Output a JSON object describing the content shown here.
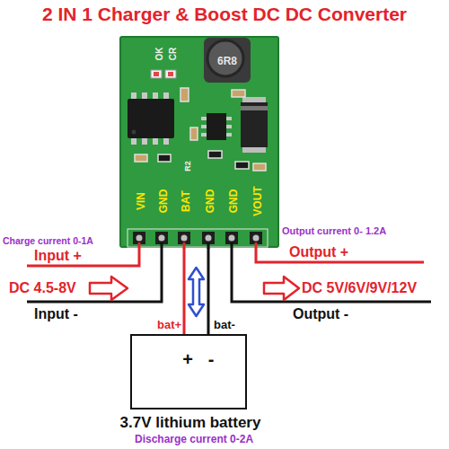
{
  "diagram": {
    "title": "2 IN 1 Charger & Boost DC DC Converter",
    "nodes": [
      {
        "text": [
          "OK",
          "CR",
          "R2",
          "VIN",
          "GND",
          "BAT",
          "GND",
          "GND",
          "VOUT"
        ]
      },
      {
        "text": [
          "6R8"
        ],
        "in": 0
      },
      {
        "text": [
          "+",
          "-",
          "3.7V lithium battery"
        ]
      }
    ],
    "edges": [
      {
        "from": 0,
        "to": 2,
        "label": "bat+",
        "arrow": "none"
      },
      {
        "from": 0,
        "to": 2,
        "label": "bat-",
        "arrow": "none"
      }
    ],
    "labels": [
      "Charge current 0-1A",
      "Input +",
      "DC 4.5-8V",
      "Input -",
      "Output current 0- 1.2A",
      "Output +",
      "DC 5V/6V/9V/12V",
      "Output -",
      "Discharge current 0-2A"
    ]
  }
}
